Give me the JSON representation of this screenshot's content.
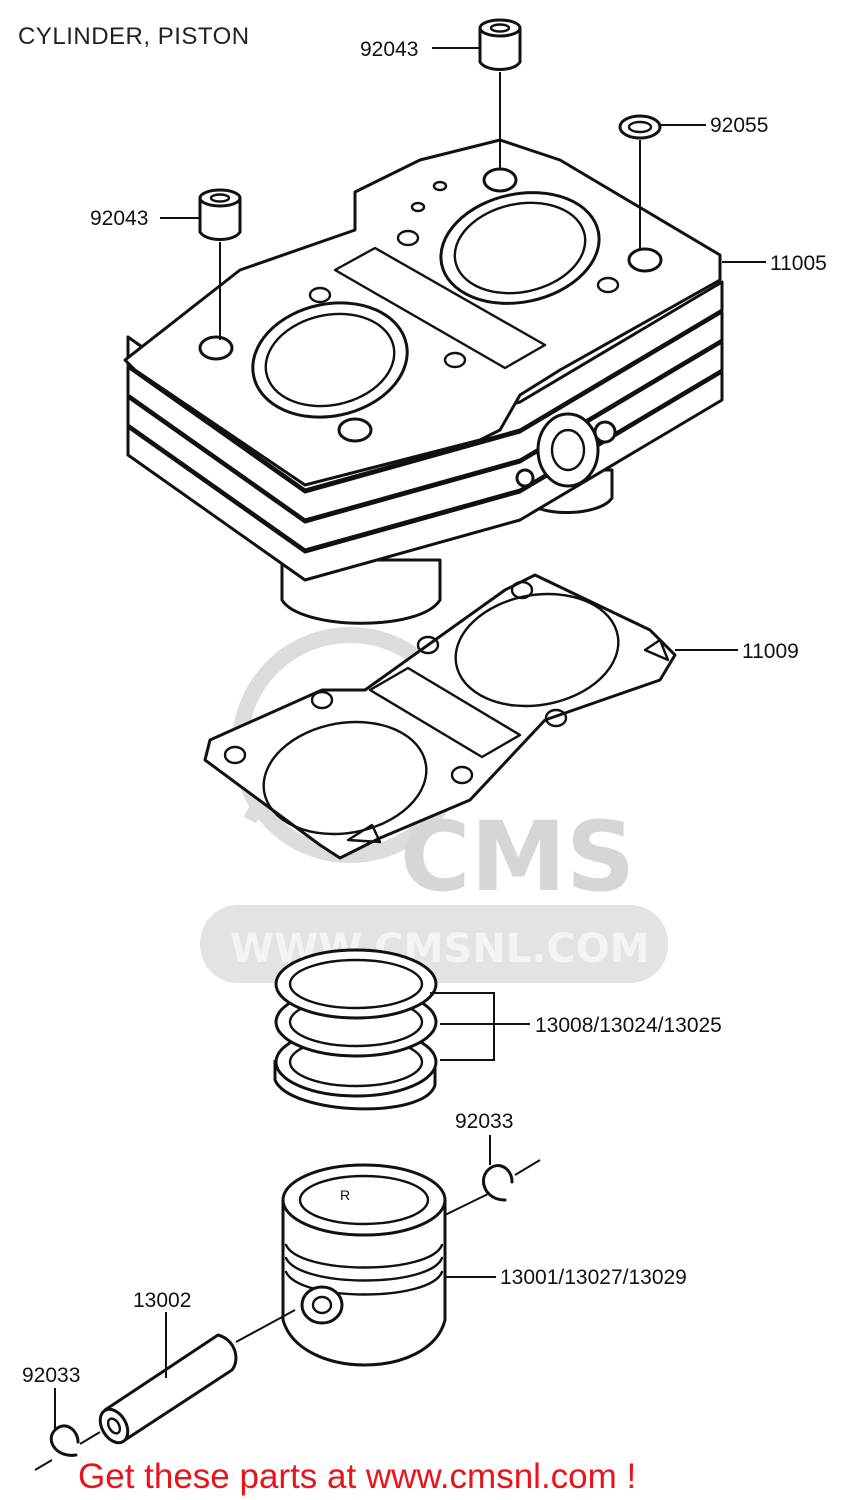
{
  "title": "CYLINDER, PISTON",
  "watermark": {
    "logo": "CMS",
    "url": "WWW.CMSNL.COM"
  },
  "callouts": {
    "sleeve_top": "92043",
    "o_ring": "92055",
    "sleeve_left": "92043",
    "cylinder": "11005",
    "gasket": "11009",
    "rings": "13008/13024/13025",
    "circlip_right": "92033",
    "piston": "13001/13027/13029",
    "pin": "13002",
    "circlip_left": "92033"
  },
  "footer": "Get these parts at www.cmsnl.com !",
  "colors": {
    "footer": "#e8141b",
    "line": "#111111",
    "watermark": "#d6d6d6"
  }
}
